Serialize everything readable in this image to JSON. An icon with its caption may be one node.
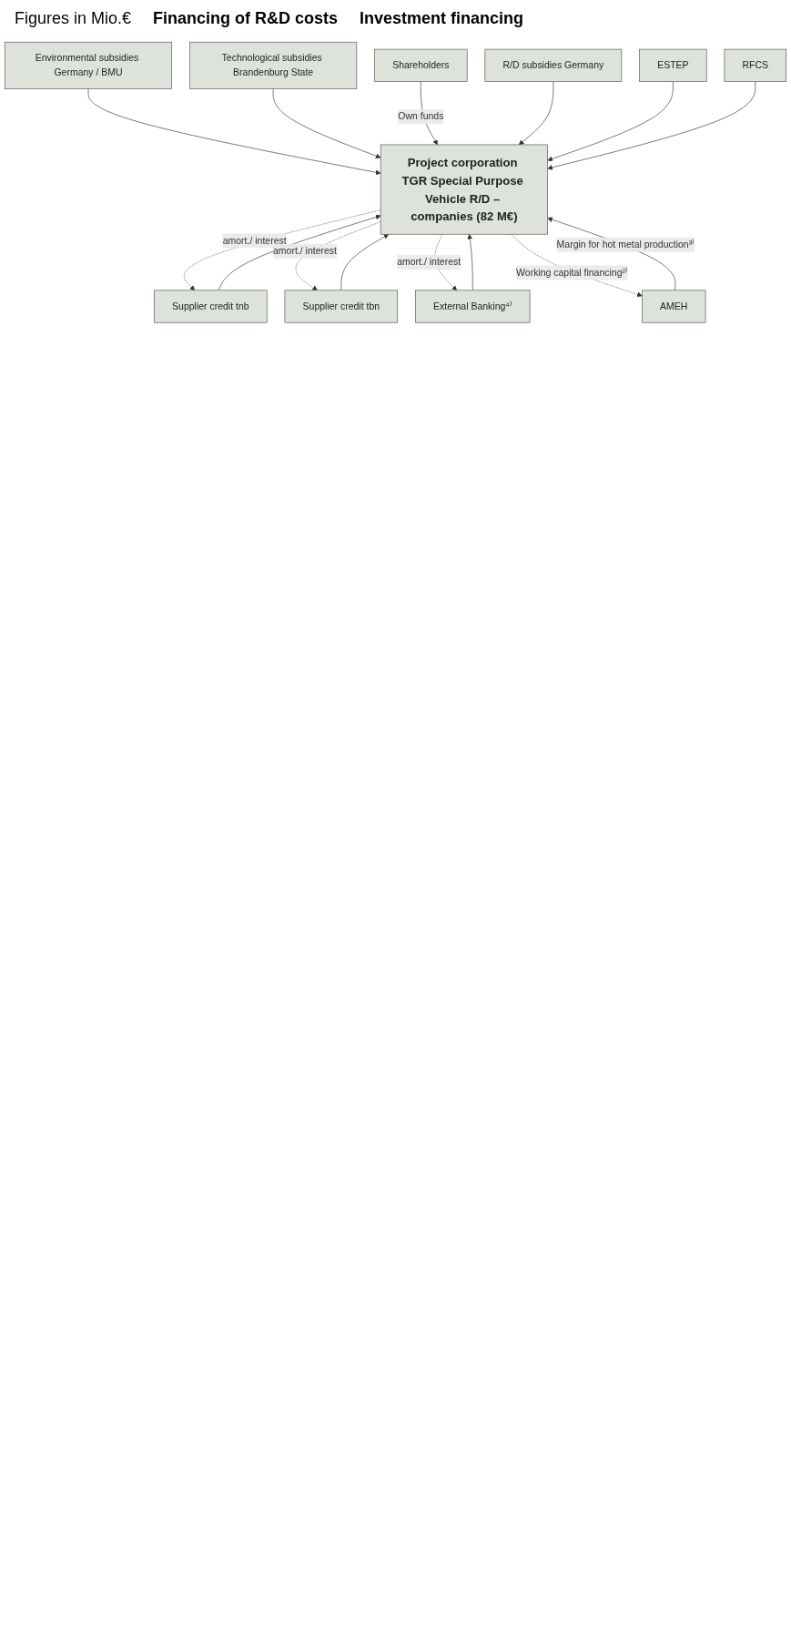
{
  "diagram": {
    "nodes": [
      {
        "text": [
          "Environmental subsidies Germany / BMU"
        ]
      },
      {
        "text": [
          "Technological subsidies Brandenburg State"
        ]
      },
      {
        "text": [
          "Supplier credit tnb"
        ]
      },
      {
        "text": [
          "Supplier credit tbn"
        ]
      },
      {
        "text": [
          "External Banking⁴⁾"
        ]
      },
      {
        "text": [
          "Shareholders"
        ]
      },
      {
        "text": [
          "Project corporation TGR Special Purpose Vehicle R/D – companies (82 M€)"
        ]
      },
      {
        "text": [
          "AMEH"
        ]
      },
      {
        "text": [
          "R/D subsidies Germany"
        ]
      },
      {
        "text": [
          "ESTEP"
        ]
      },
      {
        "text": [
          "RFCS"
        ]
      }
    ],
    "edges": [
      {
        "from": 0,
        "to": 6,
        "arrow": "to"
      },
      {
        "from": 1,
        "to": 6,
        "arrow": "to"
      },
      {
        "from": 2,
        "to": 6,
        "arrow": "to"
      },
      {
        "from": 3,
        "to": 6,
        "arrow": "to"
      },
      {
        "from": 4,
        "to": 6,
        "arrow": "to"
      },
      {
        "from": 6,
        "to": 2,
        "arrow": "to",
        "label": "amort./ interest",
        "style": "dashed"
      },
      {
        "from": 6,
        "to": 3,
        "arrow": "to",
        "label": "amort./ interest",
        "style": "dashed"
      },
      {
        "from": 6,
        "to": 4,
        "arrow": "to",
        "label": "amort./ interest",
        "style": "dashed"
      },
      {
        "from": 5,
        "to": 6,
        "arrow": "to",
        "label": "Own funds"
      },
      {
        "from": 6,
        "to": 7,
        "arrow": "to",
        "label": "Working capital financing²⁾",
        "style": "dashed"
      },
      {
        "from": 7,
        "to": 6,
        "arrow": "to",
        "label": "Margin for hot metal production³⁾"
      },
      {
        "from": 8,
        "to": 6,
        "arrow": "to"
      },
      {
        "from": 9,
        "to": 6,
        "arrow": "to"
      },
      {
        "from": 10,
        "to": 6,
        "arrow": "to"
      }
    ],
    "labels": [
      "Figures in Mio.€",
      "Financing of R&D costs",
      "Investment financing"
    ]
  }
}
